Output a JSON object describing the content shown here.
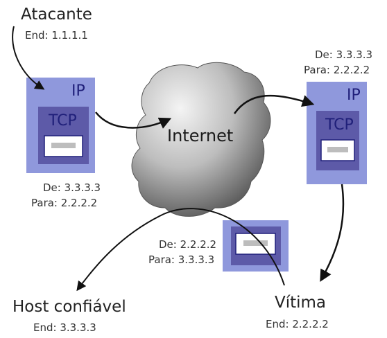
{
  "attacker": {
    "name": "Atacante",
    "address": "End: 1.1.1.1"
  },
  "trusted_host": {
    "name": "Host confiável",
    "address": "End: 3.3.3.3"
  },
  "victim": {
    "name": "Vítima",
    "address": "End: 2.2.2.2"
  },
  "network": {
    "label": "Internet"
  },
  "packet_outgoing": {
    "ip_label": "IP",
    "tcp_label": "TCP",
    "from": "De: 3.3.3.3",
    "to": "Para: 2.2.2.2"
  },
  "packet_arriving": {
    "ip_label": "IP",
    "tcp_label": "TCP",
    "from": "De: 3.3.3.3",
    "to": "Para: 2.2.2.2"
  },
  "packet_reply": {
    "from": "De: 2.2.2.2",
    "to": "Para: 3.3.3.3"
  },
  "colors": {
    "ip_layer": "#8f98dc",
    "tcp_layer": "#5d5aa8",
    "payload": "#ffffff",
    "cloud_light": "#f2f2f2",
    "cloud_dark": "#444444"
  }
}
